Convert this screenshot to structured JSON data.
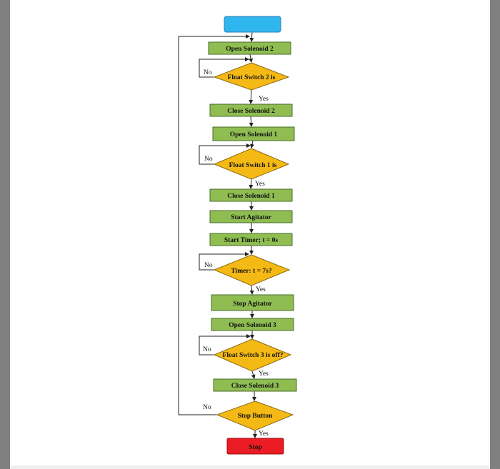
{
  "diagram": {
    "colors": {
      "start": "#2fb6ef",
      "process": "#8fbd52",
      "decision": "#f5b915",
      "stop": "#ec1c24",
      "page": "#ffffff",
      "frame": "#808080"
    },
    "steps": {
      "open_solenoid_2": "Open Solenoid 2",
      "float_switch_2": "Float Switch 2 is",
      "close_solenoid_2": "Close Solenoid 2",
      "open_solenoid_1": "Open Solenoid 1",
      "float_switch_1": "Float Switch 1 is",
      "close_solenoid_1": "Close Solenoid 1",
      "start_agitator": "Start Agitator",
      "start_timer": "Start Timer; t = 0s",
      "timer_check": "Timer: t = 7s?",
      "stop_agitator": "Stop Agitator",
      "open_solenoid_3": "Open Solenoid 3",
      "float_switch_3": "Float Switch 3 is off?",
      "close_solenoid_3": "Close Solenoid 3",
      "stop_button": "Stop Button",
      "stop": "Stop"
    },
    "labels": {
      "yes": "Yes",
      "no": "No"
    }
  }
}
